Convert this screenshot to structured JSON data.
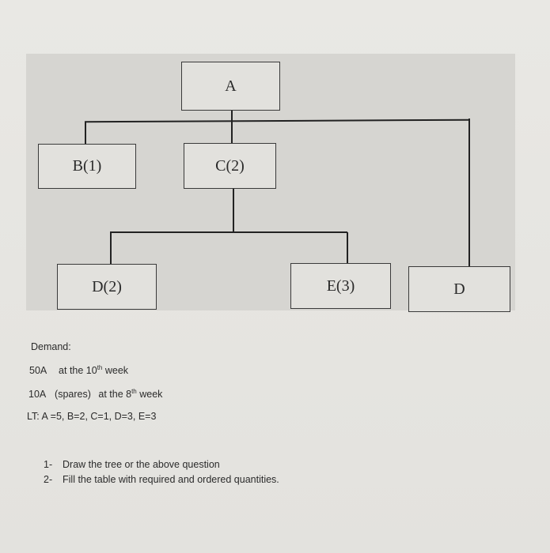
{
  "tree": {
    "nodes": {
      "A": "A",
      "B": "B(1)",
      "C": "C(2)",
      "D_under_C": "D(2)",
      "E": "E(3)",
      "D_under_A": "D"
    },
    "edges": [
      [
        "A",
        "B(1)"
      ],
      [
        "A",
        "C(2)"
      ],
      [
        "A",
        "D"
      ],
      [
        "C(2)",
        "D(2)"
      ],
      [
        "C(2)",
        "E(3)"
      ]
    ]
  },
  "demand": {
    "heading": "Demand:",
    "line1_qty": "50A",
    "line1_text": "at the 10",
    "line1_sup": "th",
    "line1_tail": " week",
    "line2_qty": "10A",
    "line2_note": "(spares)",
    "line2_text": "at the 8",
    "line2_sup": "th",
    "line2_tail": " week",
    "lead_times": "LT: A =5, B=2, C=1, D=3, E=3"
  },
  "questions": [
    {
      "num": "1-",
      "text": "Draw the tree or the above question"
    },
    {
      "num": "2-",
      "text": "Fill the table with required and ordered quantities."
    }
  ]
}
